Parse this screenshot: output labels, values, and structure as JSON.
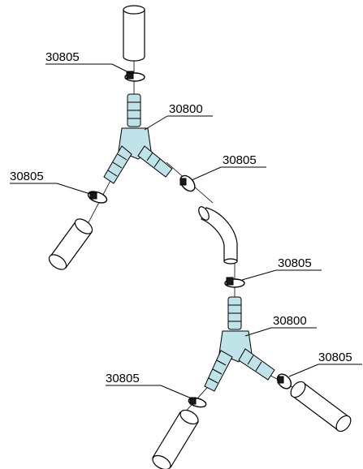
{
  "colors": {
    "fitting_fill": "#bfe3e8",
    "hose_fill": "#ffffff",
    "line": "#000000",
    "background": "#ffffff"
  },
  "callouts": [
    {
      "id": "clamp-top",
      "label": "30805"
    },
    {
      "id": "tee-upper",
      "label": "30800"
    },
    {
      "id": "clamp-upper-right",
      "label": "30805"
    },
    {
      "id": "clamp-upper-left",
      "label": "30805"
    },
    {
      "id": "clamp-middle",
      "label": "30805"
    },
    {
      "id": "tee-lower",
      "label": "30800"
    },
    {
      "id": "clamp-lower-right",
      "label": "30805"
    },
    {
      "id": "clamp-lower-left",
      "label": "30805"
    }
  ]
}
